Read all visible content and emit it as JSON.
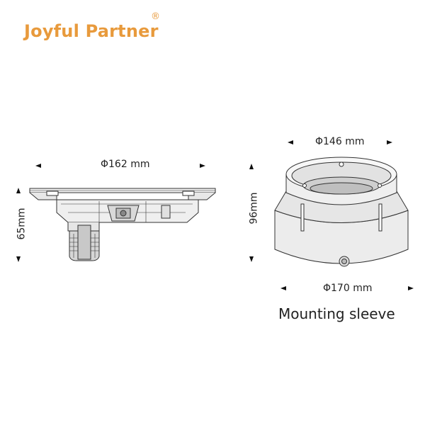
{
  "brand": {
    "name": "Joyful Partner",
    "registered_mark": "®",
    "color": "#e89a3c"
  },
  "left_view": {
    "width_label": "Φ162 mm",
    "height_label": "65mm"
  },
  "right_view": {
    "top_diameter_label": "Φ146 mm",
    "height_label": "96mm",
    "bottom_diameter_label": "Φ170 mm",
    "caption": "Mounting sleeve"
  }
}
